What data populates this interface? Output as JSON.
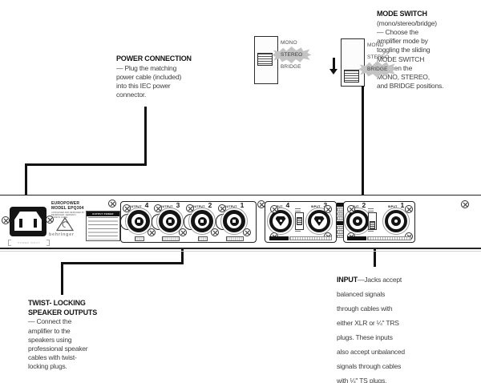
{
  "notes": {
    "power_connection": {
      "title": "POWER CONNECTION",
      "body": "— Plug the matching\npower cable (included)\ninto this IEC power\nconnector."
    },
    "mode_switch": {
      "title": "MODE SWITCH",
      "body": "(mono/stereo/bridge)\n— Choose the\namplifier mode by\ntoggling the sliding\nMODE SWITCH\nbetween the\nMONO, STEREO,\nand BRIDGE positions."
    },
    "twist_outputs": {
      "title": "TWIST- LOCKING\nSPEAKER OUTPUTS",
      "body": "— Connect the\namplifier to the\nspeakers using\nprofessional speaker\ncables with twist-\nlocking plugs."
    },
    "input": {
      "title": "INPUT",
      "body": "—Jacks accept\nbalanced signals\nthrough cables with\neither XLR or ¼\" TRS\nplugs. These inputs\nalso accept unbalanced\nsignals through cables\nwith ¼\" TS plugs."
    }
  },
  "switches": {
    "positions": [
      "MONO",
      "STEREO",
      "BRIDGE"
    ],
    "left_selected": "STEREO",
    "right_selected": "BRIDGE"
  },
  "panel": {
    "brand": {
      "name": "EUROPOWER",
      "model": "MODEL EPQ304",
      "fineprint": "CONCEIVED AND DESIGNED BY\nBEHRINGER, GERMANY.\nMADE IN CHINA",
      "logo_text": "behringer"
    },
    "power_input_label": "POWER INPUT",
    "output_power_header": "OUTPUT POWER",
    "outputs": [
      {
        "label": "OUTPUT",
        "number": "4"
      },
      {
        "label": "OUTPUT",
        "number": "3"
      },
      {
        "label": "OUTPUT",
        "number": "2"
      },
      {
        "label": "OUTPUT",
        "number": "1"
      }
    ],
    "inputs": [
      {
        "label": "INPUT",
        "number": "4"
      },
      {
        "label": "INPUT",
        "number": "3"
      },
      {
        "label": "INPUT",
        "number": "2"
      },
      {
        "label": "INPUT",
        "number": "1"
      }
    ]
  },
  "colors": {
    "ink": "#141414",
    "body_text": "#3e3e3e",
    "burst": "#c3c3c3"
  }
}
